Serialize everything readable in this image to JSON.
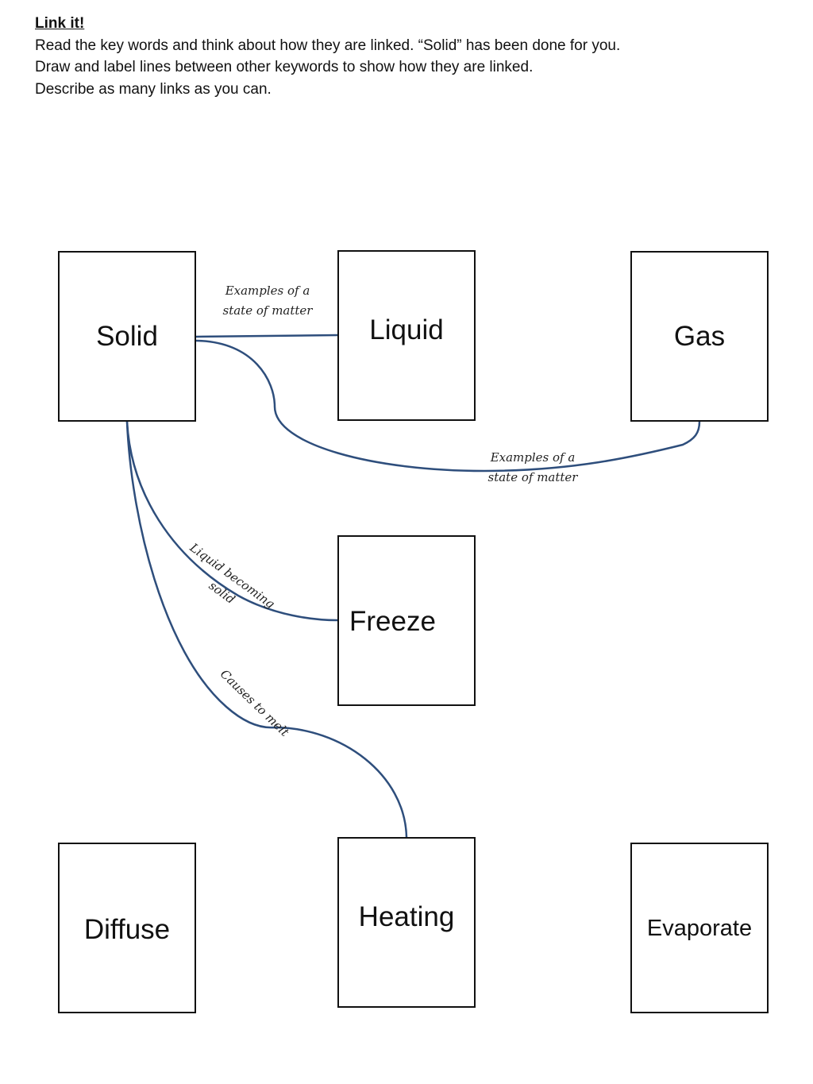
{
  "instructions": {
    "heading": "Link it!",
    "lines": [
      "Read the key words and think about how they are linked. “Solid” has been done for you.",
      "Draw and label lines between other keywords to show how they are linked.",
      "Describe as many links as you can."
    ]
  },
  "keywords": {
    "solid": "Solid",
    "liquid": "Liquid",
    "gas": "Gas",
    "freeze": "Freeze",
    "diffuse": "Diffuse",
    "heating": "Heating",
    "evaporate": "Evaporate"
  },
  "links": {
    "solid_liquid": [
      "Examples of a",
      "state of matter"
    ],
    "solid_gas": [
      "Examples of a",
      "state of matter"
    ],
    "solid_freeze": [
      "Liquid becoming",
      "solid"
    ],
    "solid_heating": [
      "Causes to melt"
    ]
  },
  "colors": {
    "link_line": "#2e4e7c",
    "box_border": "#111111"
  }
}
